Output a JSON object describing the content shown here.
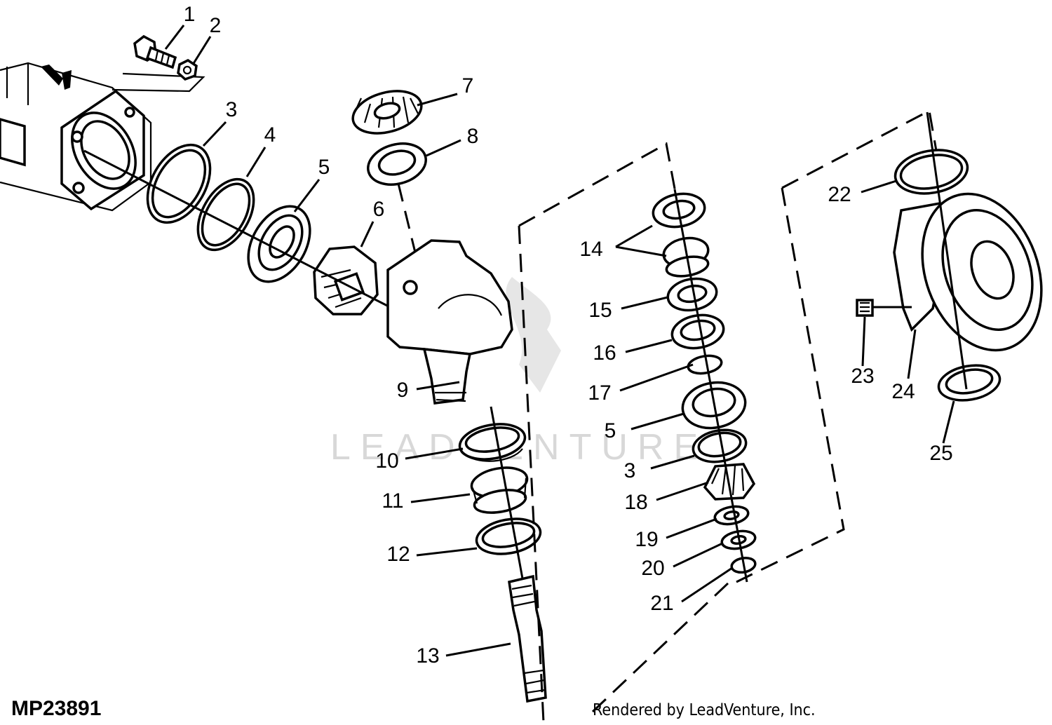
{
  "figure_id": "MP23891",
  "credit": "Rendered by LeadVenture, Inc.",
  "watermark": "LEADVENTURE",
  "callouts": [
    {
      "key": "c1",
      "label": "1"
    },
    {
      "key": "c2",
      "label": "2"
    },
    {
      "key": "c3a",
      "label": "3"
    },
    {
      "key": "c4",
      "label": "4"
    },
    {
      "key": "c5a",
      "label": "5"
    },
    {
      "key": "c6",
      "label": "6"
    },
    {
      "key": "c7",
      "label": "7"
    },
    {
      "key": "c8",
      "label": "8"
    },
    {
      "key": "c9",
      "label": "9"
    },
    {
      "key": "c10",
      "label": "10"
    },
    {
      "key": "c11",
      "label": "11"
    },
    {
      "key": "c12",
      "label": "12"
    },
    {
      "key": "c13",
      "label": "13"
    },
    {
      "key": "c14",
      "label": "14"
    },
    {
      "key": "c15",
      "label": "15"
    },
    {
      "key": "c16",
      "label": "16"
    },
    {
      "key": "c17",
      "label": "17"
    },
    {
      "key": "c5b",
      "label": "5"
    },
    {
      "key": "c3b",
      "label": "3"
    },
    {
      "key": "c18",
      "label": "18"
    },
    {
      "key": "c19",
      "label": "19"
    },
    {
      "key": "c20",
      "label": "20"
    },
    {
      "key": "c21",
      "label": "21"
    },
    {
      "key": "c22",
      "label": "22"
    },
    {
      "key": "c23",
      "label": "23"
    },
    {
      "key": "c24",
      "label": "24"
    },
    {
      "key": "c25",
      "label": "25"
    }
  ]
}
